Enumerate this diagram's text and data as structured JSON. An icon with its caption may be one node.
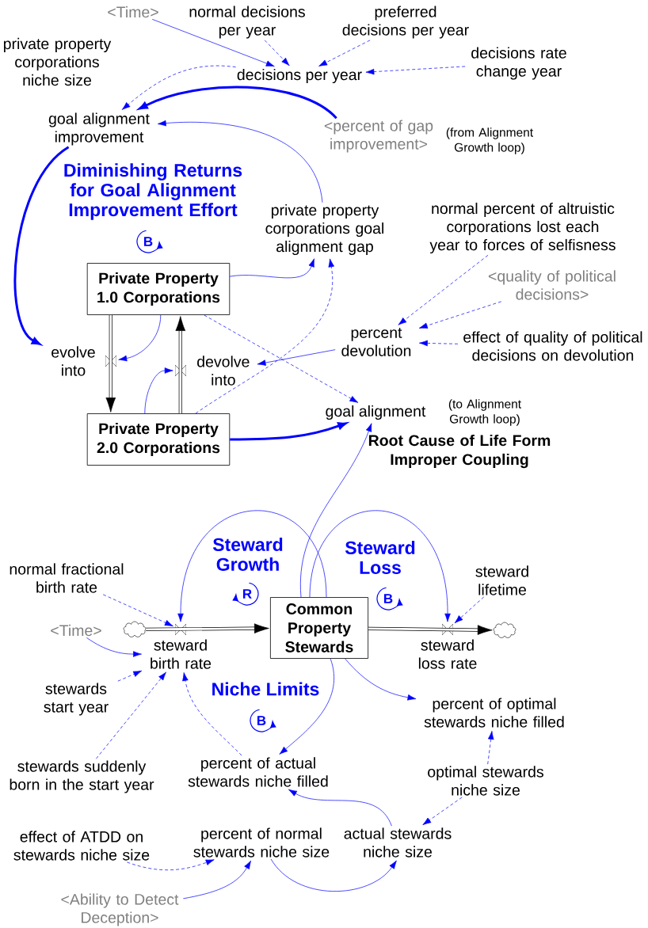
{
  "diagram": {
    "nodes": [
      {
        "text": [
          "<Time>"
        ]
      },
      {
        "text": [
          "normal decisions per year"
        ]
      },
      {
        "text": [
          "preferred decisions per year"
        ]
      },
      {
        "text": [
          "private property corporations niche size"
        ]
      },
      {
        "text": [
          "decisions per year"
        ]
      },
      {
        "text": [
          "decisions rate change year"
        ]
      },
      {
        "text": [
          "goal alignment improvement"
        ]
      },
      {
        "text": [
          "<percent of gap improvement>"
        ]
      },
      {
        "text": [
          "private property corporations goal alignment gap"
        ]
      },
      {
        "text": [
          "normal percent of altruistic corporations lost each year to forces of selfisness"
        ]
      },
      {
        "text": [
          "Private Property 1.0 Corporations"
        ]
      },
      {
        "text": [
          "<quality of political decisions>"
        ]
      },
      {
        "text": [
          "evolve into"
        ]
      },
      {
        "text": [
          "percent devolution"
        ]
      },
      {
        "text": [
          "effect of quality of political decisions on devolution"
        ]
      },
      {
        "text": [
          "devolve into"
        ]
      },
      {
        "text": [
          "Private Property 2.0 Corporations"
        ]
      },
      {
        "text": [
          "goal alignment"
        ]
      },
      {
        "text": [
          "Common Property Stewards"
        ]
      },
      {
        "text": [],
        "shape": "cloud"
      },
      {
        "text": [],
        "shape": "cloud"
      },
      {
        "text": [
          "normal fractional birth rate"
        ]
      },
      {
        "text": [
          "steward lifetime"
        ]
      },
      {
        "text": [
          "<Time>"
        ]
      },
      {
        "text": [
          "steward birth rate"
        ]
      },
      {
        "text": [
          "steward loss rate"
        ]
      },
      {
        "text": [
          "stewards start year"
        ]
      },
      {
        "text": [
          "percent of optimal stewards niche filled"
        ]
      },
      {
        "text": [
          "stewards suddenly born in the start year"
        ]
      },
      {
        "text": [
          "percent of actual stewards niche filled"
        ]
      },
      {
        "text": [
          "optimal stewards niche size"
        ]
      },
      {
        "text": [
          "effect of ATDD on stewards niche size"
        ]
      },
      {
        "text": [
          "percent of normal stewards niche size"
        ]
      },
      {
        "text": [
          "actual stewards niche size"
        ]
      },
      {
        "text": [
          "<Ability to Detect Deception>"
        ]
      }
    ],
    "edges": [
      {
        "from": 0,
        "to": 4,
        "arrow": "to"
      },
      {
        "from": 1,
        "to": 4,
        "arrow": "to",
        "style": "dashed"
      },
      {
        "from": 2,
        "to": 4,
        "arrow": "to",
        "style": "dashed"
      },
      {
        "from": 5,
        "to": 4,
        "arrow": "to",
        "style": "dashed"
      },
      {
        "from": 4,
        "to": 6,
        "arrow": "to",
        "style": "dashed"
      },
      {
        "from": 7,
        "to": 6,
        "arrow": "to",
        "style": "thick"
      },
      {
        "from": 8,
        "to": 6,
        "arrow": "to"
      },
      {
        "from": 6,
        "to": 12,
        "arrow": "to",
        "style": "thick"
      },
      {
        "from": 10,
        "to": 8,
        "arrow": "to"
      },
      {
        "from": 10,
        "to": 12,
        "arrow": "to"
      },
      {
        "from": 10,
        "to": 17,
        "arrow": "to",
        "style": "dashed"
      },
      {
        "from": 16,
        "to": 8,
        "arrow": "to",
        "style": "dashed"
      },
      {
        "from": 16,
        "to": 15,
        "arrow": "to"
      },
      {
        "from": 16,
        "to": 17,
        "arrow": "to",
        "style": "thick"
      },
      {
        "from": 9,
        "to": 13,
        "arrow": "to",
        "style": "dashed"
      },
      {
        "from": 11,
        "to": 13,
        "arrow": "to",
        "style": "dashed"
      },
      {
        "from": 14,
        "to": 13,
        "arrow": "to",
        "style": "dashed"
      },
      {
        "from": 13,
        "to": 15,
        "arrow": "to"
      },
      {
        "from": 10,
        "to": 16,
        "arrow": "to",
        "style": "thick",
        "color": "#000000"
      },
      {
        "from": 16,
        "to": 10,
        "arrow": "to",
        "style": "thick",
        "color": "#000000"
      },
      {
        "from": 18,
        "to": 17,
        "arrow": "to"
      },
      {
        "from": 18,
        "to": 24,
        "arrow": "to"
      },
      {
        "from": 18,
        "to": 25,
        "arrow": "to"
      },
      {
        "from": 19,
        "to": 18,
        "arrow": "to",
        "style": "thick",
        "color": "#000000"
      },
      {
        "from": 18,
        "to": 20,
        "arrow": "to",
        "style": "thick",
        "color": "#000000"
      },
      {
        "from": 21,
        "to": 24,
        "arrow": "to",
        "style": "dashed"
      },
      {
        "from": 22,
        "to": 25,
        "arrow": "to",
        "style": "dashed"
      },
      {
        "from": 23,
        "to": 24,
        "arrow": "to"
      },
      {
        "from": 26,
        "to": 24,
        "arrow": "to",
        "style": "dashed"
      },
      {
        "from": 28,
        "to": 24,
        "arrow": "to",
        "style": "dashed"
      },
      {
        "from": 29,
        "to": 24,
        "arrow": "to",
        "style": "dashed"
      },
      {
        "from": 18,
        "to": 29,
        "arrow": "to"
      },
      {
        "from": 18,
        "to": 27,
        "arrow": "to"
      },
      {
        "from": 30,
        "to": 27,
        "arrow": "to",
        "style": "dashed"
      },
      {
        "from": 30,
        "to": 33,
        "arrow": "to",
        "style": "dashed"
      },
      {
        "from": 33,
        "to": 29,
        "arrow": "to"
      },
      {
        "from": 32,
        "to": 33,
        "arrow": "to"
      },
      {
        "from": 31,
        "to": 32,
        "arrow": "to",
        "style": "dashed"
      },
      {
        "from": 34,
        "to": 32,
        "arrow": "to"
      }
    ],
    "labels": [
      "(from Alignment Growth loop)",
      "Diminishing Returns for Goal Alignment Improvement Effort",
      "B",
      "(to Alignment Growth loop)",
      "Root Cause of Life Form Improper Coupling",
      "Steward Growth",
      "Steward Loss",
      "R",
      "B",
      "Niche Limits",
      "B"
    ]
  }
}
